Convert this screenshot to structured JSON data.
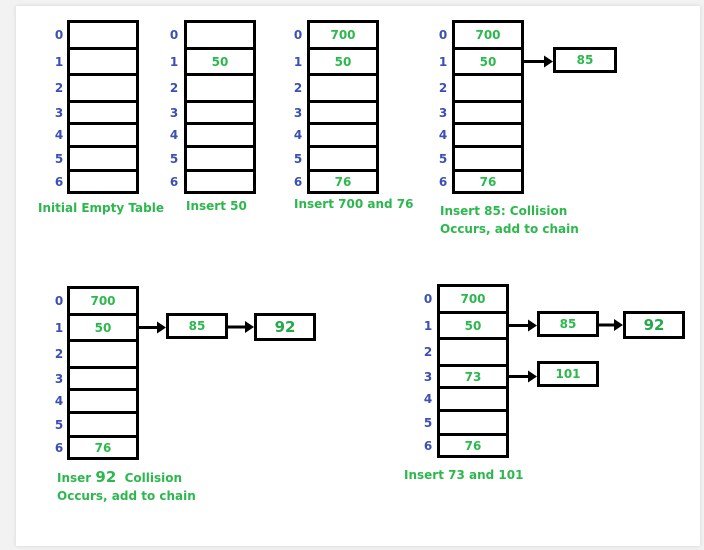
{
  "indices": [
    "0",
    "1",
    "2",
    "3",
    "4",
    "5",
    "6"
  ],
  "tables": [
    {
      "values": [
        "",
        "",
        "",
        "",
        "",
        "",
        ""
      ],
      "chains": [],
      "caption_lines": [
        [
          "Initial Empty Table"
        ]
      ]
    },
    {
      "values": [
        "",
        "50",
        "",
        "",
        "",
        "",
        ""
      ],
      "chains": [],
      "caption_lines": [
        [
          "Insert 50"
        ]
      ]
    },
    {
      "values": [
        "700",
        "50",
        "",
        "",
        "",
        "",
        "76"
      ],
      "chains": [],
      "caption_lines": [
        [
          "Insert 700 and 76"
        ]
      ]
    },
    {
      "values": [
        "700",
        "50",
        "",
        "",
        "",
        "",
        "76"
      ],
      "chains": [
        {
          "row": 1,
          "nodes": [
            "85"
          ]
        }
      ],
      "caption_lines": [
        [
          "Insert 85: Collision"
        ],
        [
          "Occurs, add to chain"
        ]
      ]
    },
    {
      "values": [
        "700",
        "50",
        "",
        "",
        "",
        "",
        "76"
      ],
      "chains": [
        {
          "row": 1,
          "nodes": [
            "85",
            "92"
          ]
        }
      ],
      "caption_lines": [
        [
          "Inser ",
          "92",
          "  Collision"
        ],
        [
          "Occurs, add to chain"
        ]
      ]
    },
    {
      "values": [
        "700",
        "50",
        "",
        "73",
        "",
        "",
        "76"
      ],
      "chains": [
        {
          "row": 1,
          "nodes": [
            "85",
            "92"
          ]
        },
        {
          "row": 3,
          "nodes": [
            "101"
          ]
        }
      ],
      "caption_lines": [
        [
          "Insert 73 and 101"
        ]
      ]
    }
  ]
}
